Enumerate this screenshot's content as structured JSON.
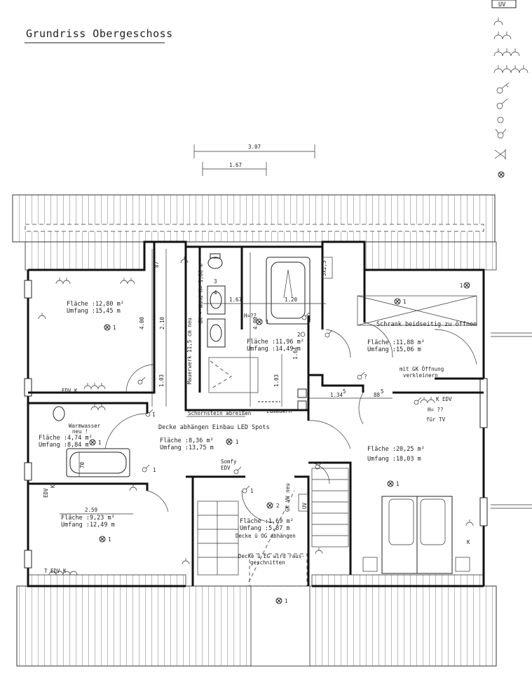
{
  "title": "Grundriss Obergeschoss",
  "legend": {
    "box_label": "UV",
    "symbols": [
      "socket-1-icon",
      "socket-2-icon",
      "socket-3-icon",
      "socket-4-icon",
      "switch-icon",
      "switch-2-icon",
      "junction-icon",
      "switch-3-icon",
      "switch-4-icon",
      "crossover-icon",
      "lamp-icon"
    ]
  },
  "dimensions": {
    "d1": "3.07",
    "d2": "1.67",
    "d3": "87",
    "d4": "2.10",
    "d5": "4.00",
    "d6": "1.03",
    "d7": "1.67",
    "d8": "1.20",
    "d9": "4.00",
    "d10": "1.64",
    "d11": "1.03",
    "d12": "1.34",
    "d12s": "5",
    "d13": "88",
    "d13s": "5",
    "d14": "70",
    "d15": "2.59",
    "d16": "5x2,5"
  },
  "rooms": {
    "r1": {
      "area": "Fläche  :12,80 m²",
      "perimeter": "Umfang :15,45 m"
    },
    "r2": {
      "area": "Fläche  :11,96 m²",
      "perimeter": "Umfang :14,49 m"
    },
    "r3": {
      "area": "Fläche  :11,88 m²",
      "perimeter": "Umfang :15,06 m"
    },
    "r4": {
      "area": "Fläche  :4,74 m²",
      "perimeter": "Umfang :8,84 m"
    },
    "r5": {
      "area": "Fläche  :8,36 m²",
      "perimeter": "Umfang :13,75 m"
    },
    "r6": {
      "area": "Fläche  :20,25 m²",
      "perimeter": "Umfang :18,03 m"
    },
    "r7": {
      "area": "Fläche  :9,23 m²",
      "perimeter": "Umfang :12,49 m"
    },
    "r8": {
      "area": "Fläche  :1,69 m²",
      "perimeter": "Umfang :5,87 m"
    }
  },
  "notes": {
    "gk_wand": "GK - Wand H= 1,00 m",
    "mauerwerk": "Mauerwerk 11,5 cm neu",
    "h_unknown": "H=??",
    "schrank": "Schrank beidseitig zu öffnen",
    "gk_oeffnung_1": "mit GK Öffnung",
    "gk_oeffnung_2": "verkleinern",
    "schornstein": "Schornstein abreißen",
    "zumauern": "zumauern",
    "edv_k_top": "EDV K",
    "k_edv": "K  EDV",
    "h_tv": "H= ??",
    "fuer_tv": "für TV",
    "warmwasser_1": "Warmwasser",
    "warmwasser_2": "neu !",
    "decke_led": "Decke abhängen Einbau LED Spots",
    "somfy_1": "Somfy",
    "somfy_2": "EDV",
    "edv_left": "EDV",
    "k_left": "K",
    "gk_vw": "GK VW neu",
    "uv": "UV",
    "decke_og": "Decke ü OG abhängen",
    "decke_eg_1": "Decke ü EG wird raus-",
    "decke_eg_2": "geschnitten",
    "edv_bottom": "EDV K",
    "t_mark": "T",
    "k_right": "K",
    "q_mark": "?"
  },
  "circuits": {
    "c1": "1",
    "c2": "2",
    "c3": "3",
    "c4": "4"
  }
}
